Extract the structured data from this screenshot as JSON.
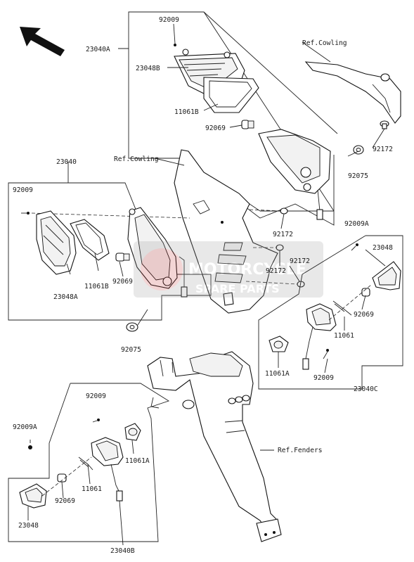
{
  "watermark": {
    "line1": "MOTORCYCLE",
    "line2": "SPARE PARTS"
  },
  "references": {
    "cowling_top": "Ref.Cowling",
    "cowling_mid": "Ref.Cowling",
    "fenders": "Ref.Fenders"
  },
  "labels": {
    "p92009_top": "92009",
    "p23040A": "23040A",
    "p23048B": "23048B",
    "p11061B_top": "11061B",
    "p92069_top": "92069",
    "p92172_right": "92172",
    "p92075_right": "92075",
    "p23040": "23040",
    "p92009_left": "92009",
    "p11061B_left": "11061B",
    "p92069_left": "92069",
    "p23048A": "23048A",
    "p92075_left": "92075",
    "p92172_mid1": "92172",
    "p92172_mid2": "92172",
    "p92172_mid3": "92172",
    "p92009A_right": "92009A",
    "p23048_right": "23048",
    "p92069_right": "92069",
    "p11061_right": "11061",
    "p11061A_right": "11061A",
    "p92009_right": "92009",
    "p23040C": "23040C",
    "p92009_bl": "92009",
    "p92009A_bl": "92009A",
    "p11061A_bl": "11061A",
    "p11061_bl": "11061",
    "p92069_bl": "92069",
    "p23048_bl": "23048",
    "p23040B": "23040B"
  }
}
